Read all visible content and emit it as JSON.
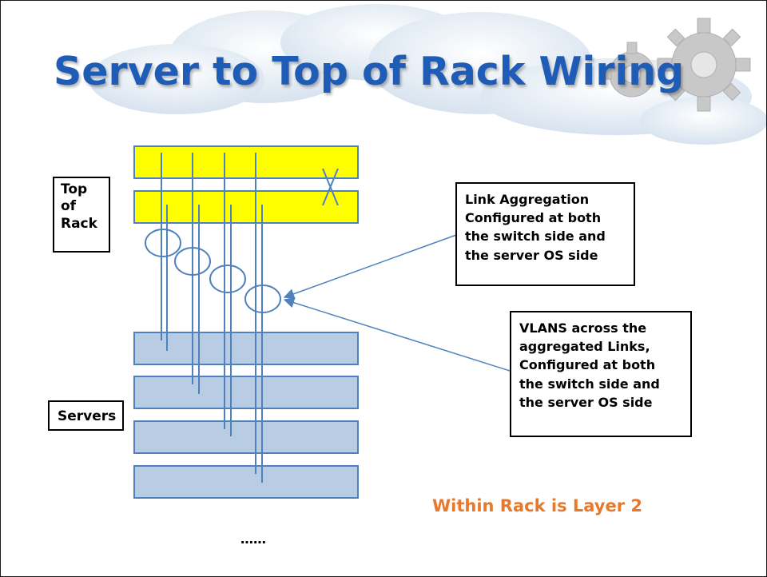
{
  "title": "Server to Top of Rack Wiring",
  "labels": {
    "top_of_rack": "Top of Rack",
    "servers": "Servers",
    "link_aggregation": "Link Aggregation Configured at both the switch side and the server OS side",
    "vlans": "VLANS across the aggregated Links, Configured at both the switch side and the server OS side",
    "layer_note": "Within Rack is Layer 2",
    "ellipsis": "……"
  },
  "colors": {
    "title": "#1f5cb5",
    "switch_fill": "#ffff00",
    "server_fill": "#b8cce4",
    "server_stroke": "#4f81bd",
    "wire": "#4f81bd",
    "layer_note": "#e8782a",
    "cloud": "#dde7f1",
    "gear": "#c8c8c8"
  },
  "icons": [
    "cloud-icon",
    "gear-icon"
  ]
}
